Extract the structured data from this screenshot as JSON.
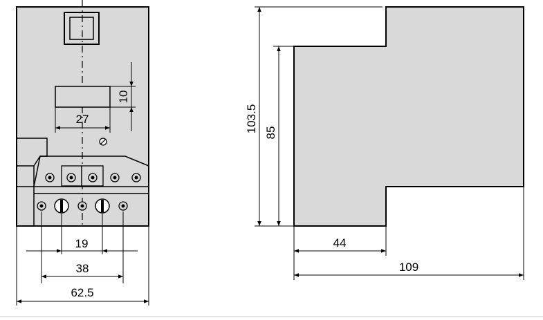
{
  "front_view": {
    "dimensions": {
      "overall_width": "62.5",
      "outer_terminal_pitch": "38",
      "inner_pitch": "19",
      "window_width": "27",
      "window_height": "10"
    }
  },
  "side_view": {
    "dimensions": {
      "overall_height": "103.5",
      "body_height": "85",
      "step_depth": "44",
      "overall_depth": "109"
    }
  },
  "colors": {
    "body_fill": "#d9d9d9",
    "line": "#000000",
    "background": "#ffffff"
  }
}
